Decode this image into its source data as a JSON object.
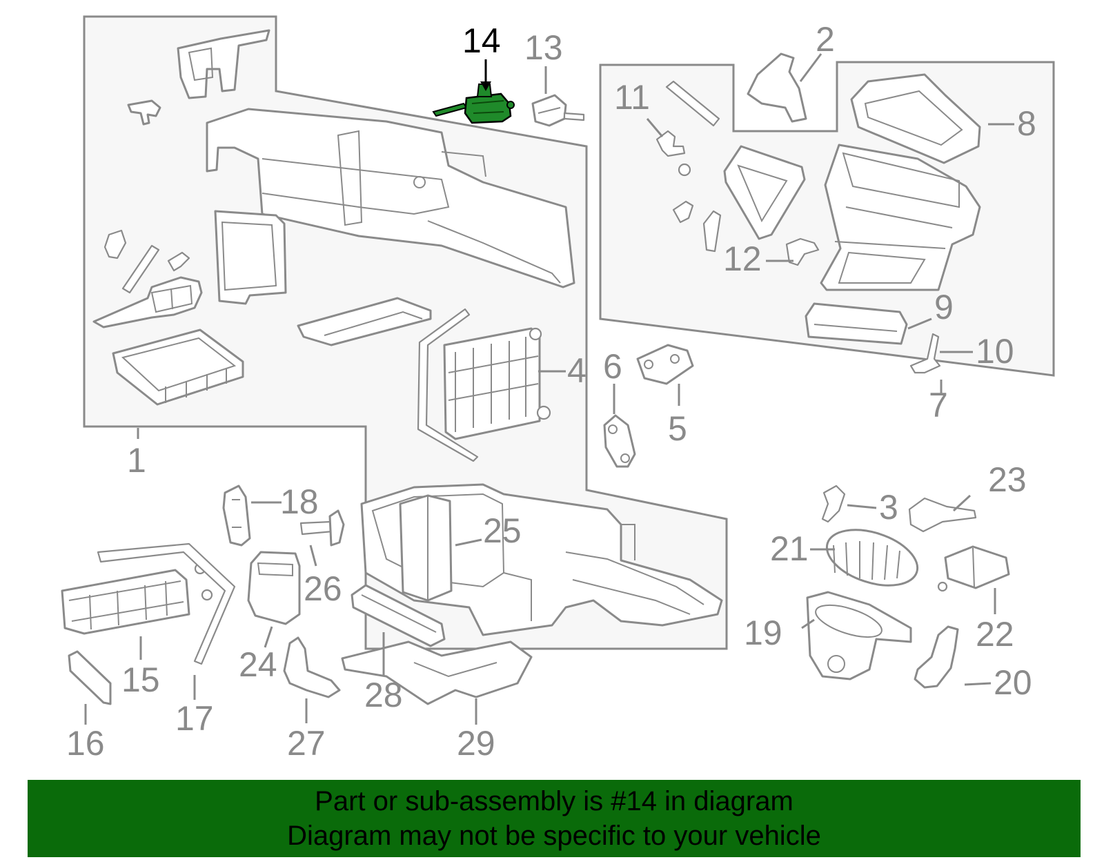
{
  "colors": {
    "line_gray": "#8a8a8a",
    "region_fill": "#f7f7f7",
    "highlight_part": "#1f8a2a",
    "highlight_label": "#000000",
    "banner_bg": "#0a6b0a",
    "banner_text": "#000000"
  },
  "highlighted_callout": "14",
  "callouts": {
    "c1": "1",
    "c2": "2",
    "c3": "3",
    "c4": "4",
    "c5": "5",
    "c6": "6",
    "c7": "7",
    "c8": "8",
    "c9": "9",
    "c10": "10",
    "c11": "11",
    "c12": "12",
    "c13": "13",
    "c14": "14",
    "c15": "15",
    "c16": "16",
    "c17": "17",
    "c18": "18",
    "c19": "19",
    "c20": "20",
    "c21": "21",
    "c22": "22",
    "c23": "23",
    "c24": "24",
    "c25": "25",
    "c26": "26",
    "c27": "27",
    "c28": "28",
    "c29": "29"
  },
  "banner": {
    "line1": "Part or sub-assembly is #14 in diagram",
    "line2": "Diagram may not be specific to your vehicle"
  }
}
